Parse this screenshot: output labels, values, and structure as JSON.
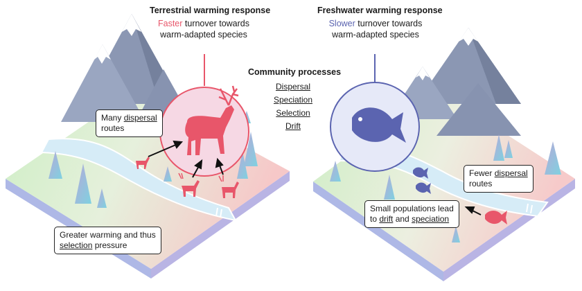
{
  "terrestrial": {
    "title": "Terrestrial warming response",
    "line1_colored": "Faster",
    "line1_rest": " turnover towards",
    "line2": "warm-adapted species",
    "callout_dispersal": {
      "pre": "Many ",
      "underlined": "dispersal",
      "line2": "routes"
    },
    "callout_selection": {
      "line1": "Greater warming and thus",
      "underlined": "selection",
      "post": " pressure"
    },
    "deer_icon": "deer-icon"
  },
  "freshwater": {
    "title": "Freshwater warming response",
    "line1_colored": "Slower",
    "line1_rest": " turnover towards",
    "line2": "warm-adapted species",
    "callout_dispersal": {
      "pre": "Fewer ",
      "underlined": "dispersal",
      "line2": "routes"
    },
    "callout_populations": {
      "line1": "Small populations lead",
      "pre": "to ",
      "underlined1": "drift",
      "mid": " and ",
      "underlined2": "speciation"
    },
    "fish_icon": "fish-icon"
  },
  "community": {
    "title": "Community processes",
    "items": [
      "Dispersal",
      "Speciation",
      "Selection",
      "Drift"
    ]
  },
  "colors": {
    "terrestrial_accent": "#e8566a",
    "freshwater_accent": "#5b64b0",
    "river": "#d6ecf7",
    "mountain": "#8b97b3",
    "snow": "#ffffff"
  }
}
